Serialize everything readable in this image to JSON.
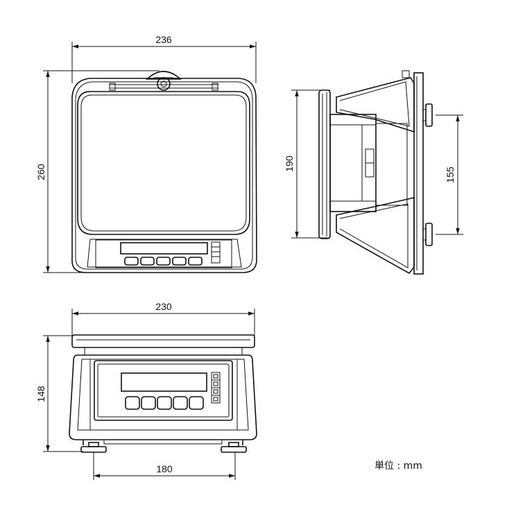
{
  "dimensions": {
    "top_width": "236",
    "top_depth": "260",
    "side_depth": "190",
    "side_foot_spacing": "155",
    "front_width": "230",
    "front_height": "148",
    "front_foot_spacing": "180"
  },
  "unit_label": "単位 : mm",
  "colors": {
    "line": "#111111",
    "background": "#ffffff"
  }
}
